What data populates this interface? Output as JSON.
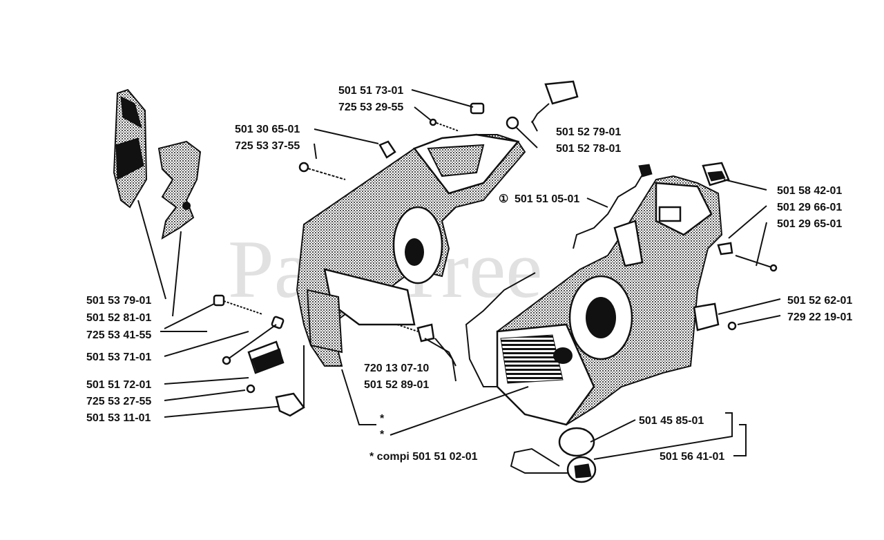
{
  "watermark": "PartsTree",
  "labels": {
    "p1": "501 51 73-01",
    "p2": "725 53 29-55",
    "p3": "501 30 65-01",
    "p4": "725 53 37-55",
    "p5": "501 52 79-01",
    "p6": "501 52 78-01",
    "p7": "501 58 42-01",
    "p8": "501 29 66-01",
    "p9": "501 29 65-01",
    "p10": "501 51 05-01",
    "p11": "501 53 79-01",
    "p12": "501 52 81-01",
    "p13": "725 53 41-55",
    "p14": "501 53 71-01",
    "p15": "501 51 72-01",
    "p16": "725 53 27-55",
    "p17": "501 53 11-01",
    "p18": "720 13 07-10",
    "p19": "501 52 89-01",
    "p20": "501 52 62-01",
    "p21": "729 22 19-01",
    "p22": "501 45 85-01",
    "p23": "501 56 41-01",
    "note": "* compi 501 51 02-01",
    "marker1": "①",
    "star": "*"
  }
}
